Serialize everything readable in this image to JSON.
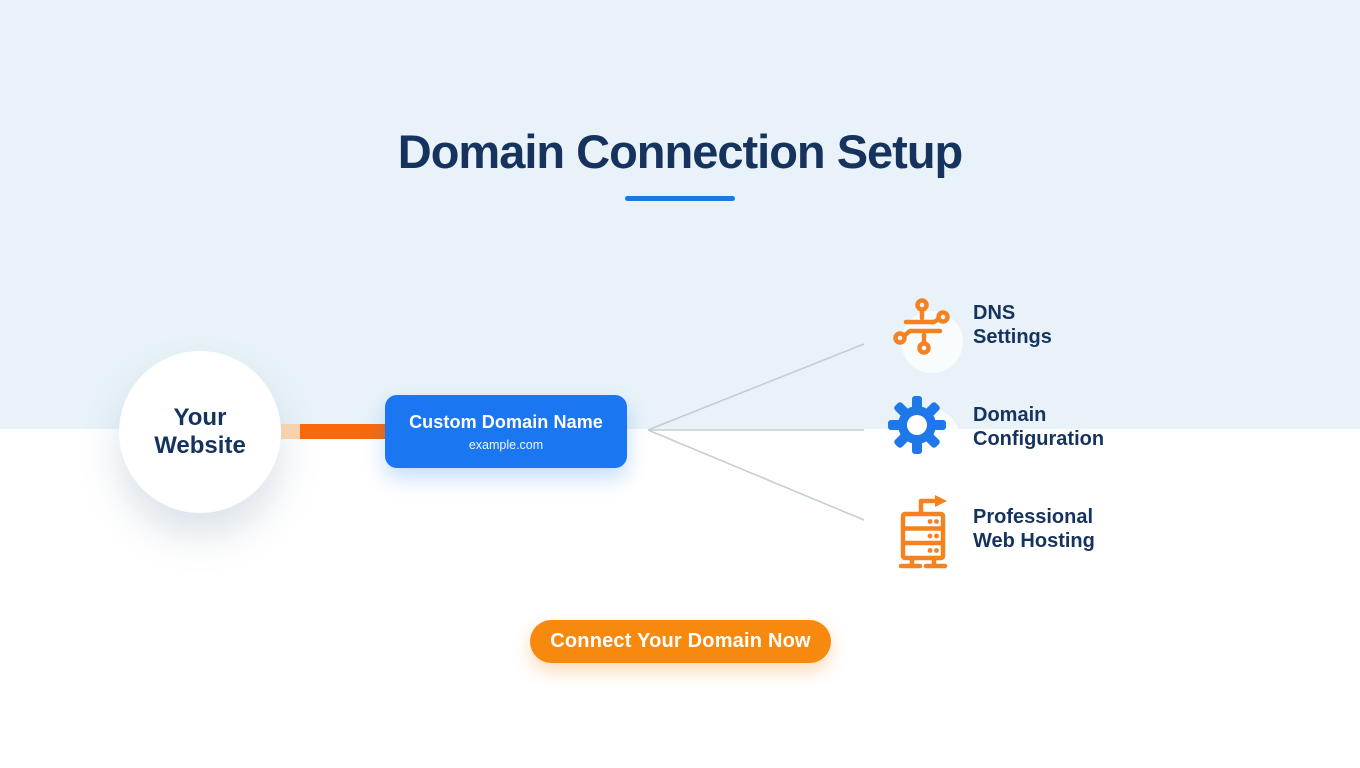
{
  "title": "Domain Connection Setup",
  "source_node": {
    "line1": "Your",
    "line2": "Website"
  },
  "domain_box": {
    "title": "Custom Domain Name",
    "subtitle": "example.com"
  },
  "features": [
    {
      "id": "dns-settings",
      "icon": "dns-circuit-icon",
      "line1": "DNS",
      "line2": "Settings"
    },
    {
      "id": "domain-configuration",
      "icon": "gear-icon",
      "line1": "Domain",
      "line2": "Configuration"
    },
    {
      "id": "professional-web-hosting",
      "icon": "server-icon",
      "line1": "Professional",
      "line2": "Web Hosting"
    }
  ],
  "cta": {
    "label": "Connect Your Domain Now"
  },
  "colors": {
    "background_top": "#e8f2f8",
    "background_bottom": "#ffffff",
    "title_navy": "#16335e",
    "accent_blue": "#1b76f2",
    "underline_blue": "#1a78e0",
    "accent_orange": "#f9690b",
    "icon_orange": "#f58220",
    "button_orange": "#f7890f",
    "connector_light_orange": "#f6d3ae",
    "fan_line_gray": "#c3ccd1"
  }
}
